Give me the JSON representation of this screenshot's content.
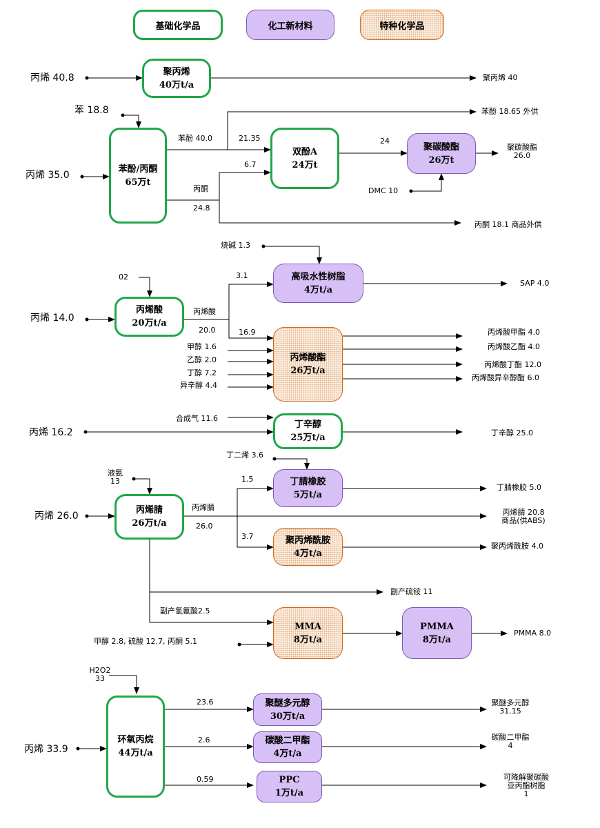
{
  "legend": {
    "basic": "基础化学品",
    "new_materials": "化工新材料",
    "specialty": "特种化学品"
  },
  "colors": {
    "basic_border": "#21a64a",
    "new_material_fill": "#d7c0f5",
    "specialty_fill": "#fdf0e2",
    "specialty_border": "#d2691e"
  },
  "boxes": {
    "pp": {
      "name": "聚丙烯",
      "cap": "40万t/a"
    },
    "phenol_acetone": {
      "name": "苯酚/丙酮",
      "cap": "65万t"
    },
    "bpa": {
      "name": "双酚A",
      "cap": "24万t"
    },
    "pc": {
      "name": "聚碳酸酯",
      "cap": "26万t"
    },
    "acrylic_acid": {
      "name": "丙烯酸",
      "cap": "20万t/a"
    },
    "sap": {
      "name": "高吸水性树脂",
      "cap": "4万t/a"
    },
    "acrylate": {
      "name": "丙烯酸酯",
      "cap": "26万t/a"
    },
    "octanol": {
      "name": "丁辛醇",
      "cap": "25万t/a"
    },
    "acn": {
      "name": "丙烯腈",
      "cap": "26万t/a"
    },
    "nbr": {
      "name": "丁腈橡胶",
      "cap": "5万t/a"
    },
    "pam": {
      "name": "聚丙烯酰胺",
      "cap": "4万t/a"
    },
    "mma": {
      "name": "MMA",
      "cap": "8万t/a"
    },
    "pmma": {
      "name": "PMMA",
      "cap": "8万t/a"
    },
    "po": {
      "name": "环氧丙烷",
      "cap": "44万t/a"
    },
    "polyether": {
      "name": "聚醚多元醇",
      "cap": "30万t/a"
    },
    "dmc": {
      "name": "碳酸二甲酯",
      "cap": "4万t/a"
    },
    "ppc": {
      "name": "PPC",
      "cap": "1万t/a"
    }
  },
  "labels": {
    "pp_in": "丙烯 40.8",
    "pp_out": "聚丙烯 40",
    "benzene_in": "苯 18.8",
    "propylene_phenol": "丙烯 35.0",
    "phenol_out": "苯酚 18.65 外供",
    "phenol_flow": "苯酚 40.0",
    "phenol_to_bpa": "21.35",
    "acetone_to_bpa": "6.7",
    "acetone_label": "丙酮",
    "acetone_flow": "24.8",
    "acetone_out": "丙酮 18.1 商品外供",
    "bpa_to_pc": "24",
    "dmc_in": "DMC 10",
    "pc_out_1": "聚碳酸酯",
    "pc_out_2": "26.0",
    "caustic_in": "烧碱 1.3",
    "o2_in": "02",
    "propylene_aa": "丙烯 14.0",
    "aa_label": "丙烯酸",
    "aa_flow": "20.0",
    "aa_to_sap": "3.1",
    "aa_to_ester": "16.9",
    "sap_out": "SAP 4.0",
    "methanol_in": "甲醇 1.6",
    "ethanol_in": "乙醇 2.0",
    "butanol_in": "丁醇 7.2",
    "isooctanol_in": "异辛醇 4.4",
    "ester_out_1": "丙烯酸甲酯 4.0",
    "ester_out_2": "丙烯酸乙酯 4.0",
    "ester_out_3": "丙烯酸丁酯 12.0",
    "ester_out_4": "丙烯酸异辛醇酯 6.0",
    "syngas_in": "合成气 11.6",
    "propylene_oct": "丙烯 16.2",
    "oct_out": "丁辛醇 25.0",
    "butadiene_in": "丁二烯 3.6",
    "ammonia_in_1": "液氨",
    "ammonia_in_2": "13",
    "propylene_acn": "丙烯 26.0",
    "acn_label": "丙烯腈",
    "acn_flow": "26.0",
    "acn_to_nbr": "1.5",
    "acn_to_pam": "3.7",
    "nbr_out": "丁腈橡胶 5.0",
    "acn_out_1": "丙烯腈 20.8",
    "acn_out_2": "商品(供ABS)",
    "pam_out": "聚丙烯酰胺 4.0",
    "ammonium_sulfate": "副产硫铵 11",
    "hcn": "副产氢氰酸2.5",
    "mma_in": "甲醇 2.8, 硫酸 12.7, 丙酮 5.1",
    "pmma_out": "PMMA 8.0",
    "h2o2_in_1": "H2O2",
    "h2o2_in_2": "33",
    "propylene_po": "丙烯 33.9",
    "po_to_polyether": "23.6",
    "po_to_dmc": "2.6",
    "po_to_ppc": "0.59",
    "polyether_out_1": "聚醚多元醇",
    "polyether_out_2": "31.15",
    "dmc_out_1": "碳酸二甲酯",
    "dmc_out_2": "4",
    "ppc_out_1": "可降解聚碳酸",
    "ppc_out_2": "亚丙酯树脂",
    "ppc_out_3": "1"
  }
}
